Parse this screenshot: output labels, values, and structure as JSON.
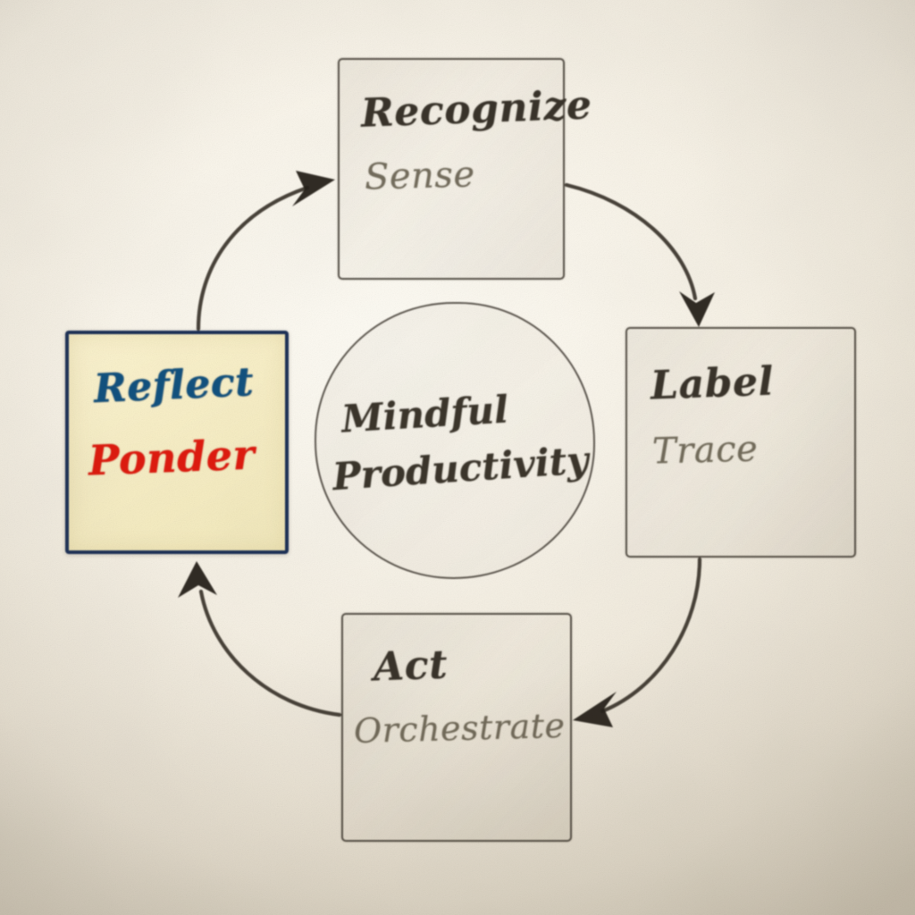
{
  "meta": {
    "kind": "hand-drawn-cycle-diagram",
    "medium": "pencil and ink on paper"
  },
  "center": {
    "name": "center-hub",
    "line1": "Mindful",
    "line2": "Productivity"
  },
  "nodes": [
    {
      "id": "recognize",
      "title": "Recognize",
      "subtitle": "Sense",
      "highlighted": false,
      "ink": "graphite"
    },
    {
      "id": "label",
      "title": "Label",
      "subtitle": "Trace",
      "highlighted": false,
      "ink": "graphite"
    },
    {
      "id": "act",
      "title": "Act",
      "subtitle": "Orchestrate",
      "highlighted": false,
      "ink": "graphite"
    },
    {
      "id": "reflect",
      "title": "Reflect",
      "subtitle": "Ponder",
      "highlighted": true,
      "ink": "blue-and-red"
    }
  ],
  "arrows": [
    {
      "id": "reflect-to-recognize",
      "from": "reflect",
      "to": "recognize",
      "direction": "clockwise"
    },
    {
      "id": "recognize-to-label",
      "from": "recognize",
      "to": "label",
      "direction": "clockwise"
    },
    {
      "id": "label-to-act",
      "from": "label",
      "to": "act",
      "direction": "clockwise"
    },
    {
      "id": "act-to-reflect",
      "from": "act",
      "to": "reflect",
      "direction": "clockwise"
    }
  ],
  "colors": {
    "paper": "#f7f2e6",
    "graphite": "#39332a",
    "note_fill": "#f9f0c8",
    "note_border": "#1d3157",
    "ink_blue": "#12527f",
    "ink_red": "#e11b0f"
  }
}
